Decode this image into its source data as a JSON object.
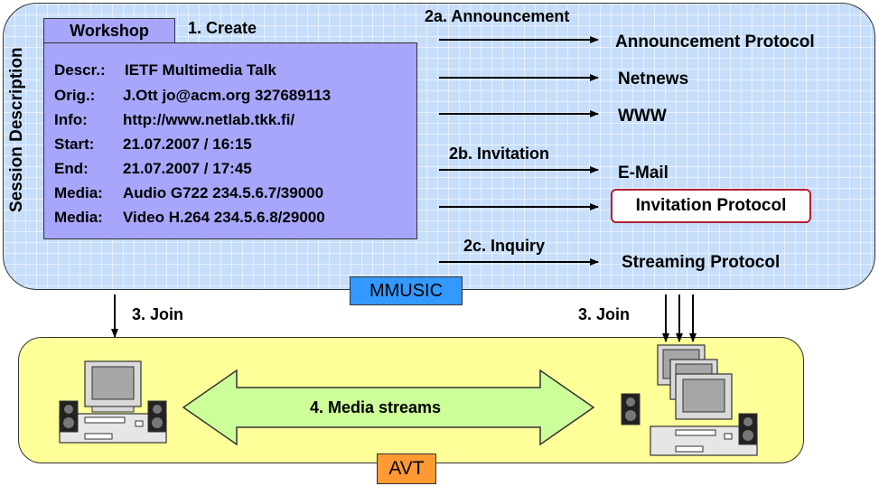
{
  "session_description_label": "Session Description",
  "workshop_tab": "Workshop",
  "create_label": "1. Create",
  "sdp": [
    {
      "key": "Descr.:",
      "value": "IETF Multimedia Talk"
    },
    {
      "key": "Orig.:",
      "value": "J.Ott jo@acm.org 327689113"
    },
    {
      "key": "Info:",
      "value": "http://www.netlab.tkk.fi/"
    },
    {
      "key": "Start:",
      "value": "21.07.2007 / 16:15"
    },
    {
      "key": "End:",
      "value": "21.07.2007 / 17:45"
    },
    {
      "key": "Media:",
      "value": "Audio G722 234.5.6.7/39000"
    },
    {
      "key": "Media:",
      "value": "Video H.264 234.5.6.8/29000"
    }
  ],
  "step_2a": "2a. Announcement",
  "step_2b": "2b. Invitation",
  "step_2c": "2c. Inquiry",
  "targets": {
    "announcement_protocol": "Announcement Protocol",
    "netnews": "Netnews",
    "www": "WWW",
    "email": "E-Mail",
    "invitation_protocol": "Invitation Protocol",
    "streaming_protocol": "Streaming Protocol"
  },
  "mmusic_tag": "MMUSIC",
  "join_left": "3. Join",
  "join_right": "3. Join",
  "media_streams": "4. Media streams",
  "avt_tag": "AVT",
  "colors": {
    "mmusic_region": "#c7defa",
    "workshop_box": "#a7a6fb",
    "mmusic_tag": "#3399ff",
    "avt_region": "#ffff99",
    "avt_tag": "#ff9933",
    "media_arrow": "#ccff99",
    "invitation_border": "#b02030"
  }
}
